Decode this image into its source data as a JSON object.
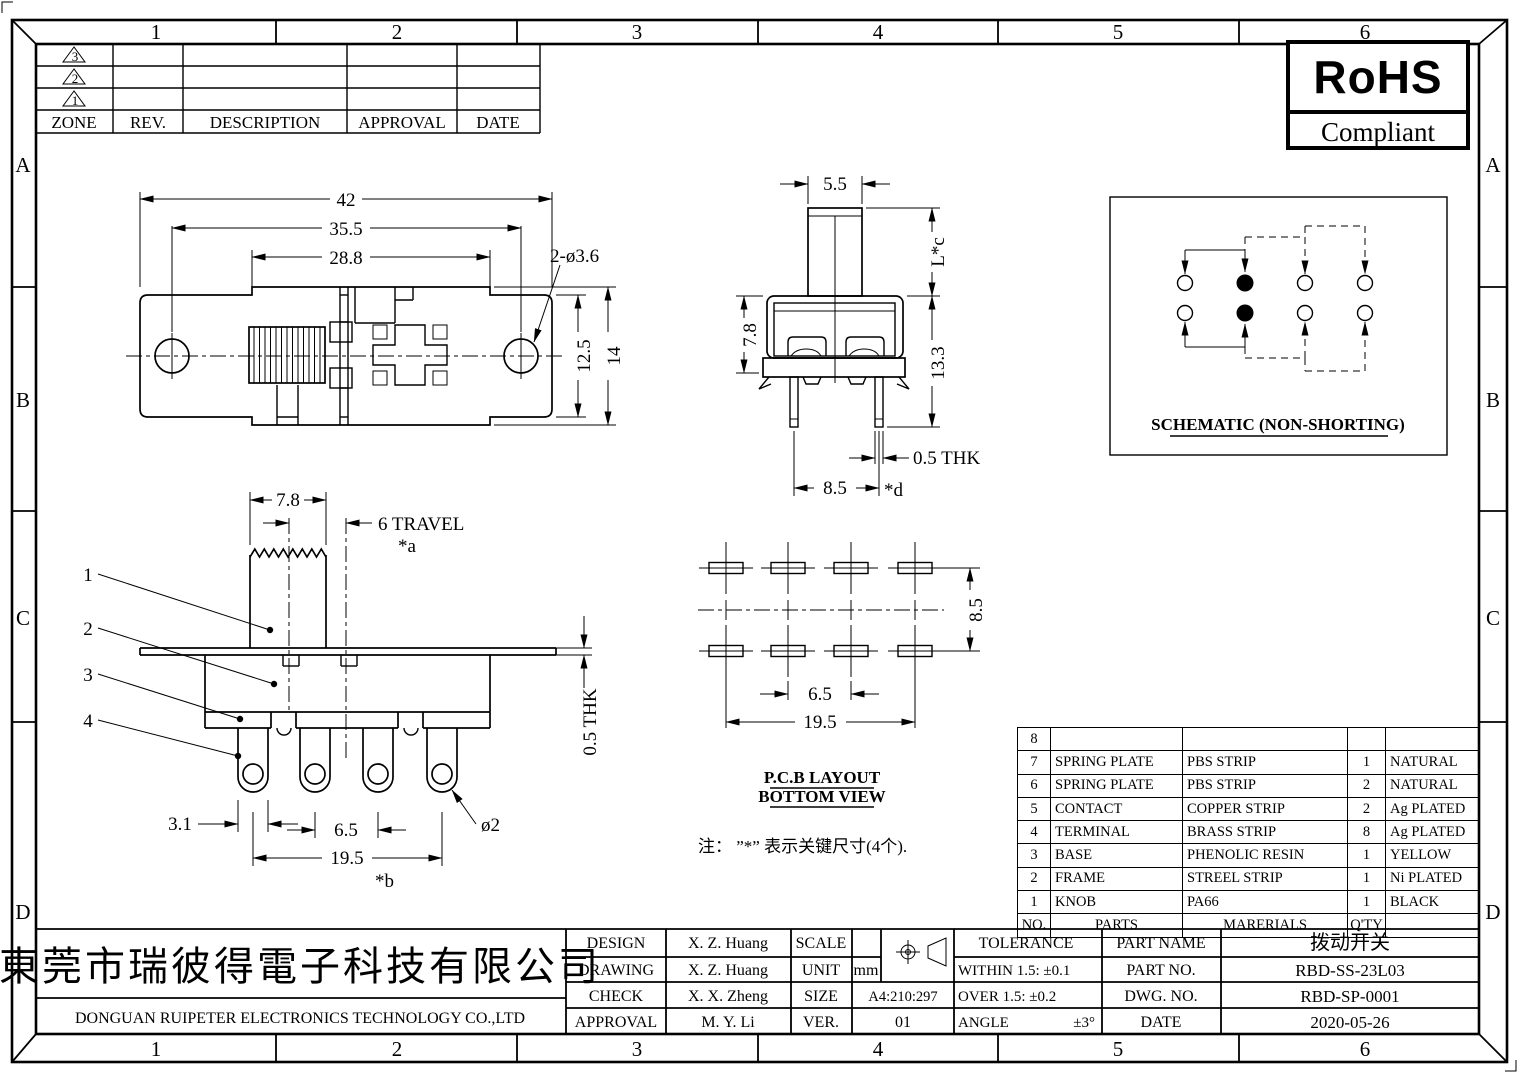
{
  "border": {
    "cols": [
      "1",
      "2",
      "3",
      "4",
      "5",
      "6"
    ],
    "rows": [
      "A",
      "B",
      "C",
      "D"
    ]
  },
  "revision_table": {
    "headers": [
      "ZONE",
      "REV.",
      "DESCRIPTION",
      "APPROVAL",
      "DATE"
    ],
    "marks": [
      "3",
      "2",
      "1"
    ]
  },
  "rohs": {
    "line1": "RoHS",
    "line2": "Compliant"
  },
  "top_view": {
    "dim_42": "42",
    "dim_355": "35.5",
    "dim_288": "28.8",
    "hole_label": "2-ø3.6",
    "dim_125": "12.5",
    "dim_14": "14"
  },
  "side_view": {
    "dim_55": "5.5",
    "dim_lc": "L*c",
    "dim_78": "7.8",
    "dim_133": "13.3",
    "dim_thk": "0.5 THK",
    "dim_85": "8.5",
    "dim_d": "*d"
  },
  "front_view": {
    "dim_78": "7.8",
    "dim_travel": "6 TRAVEL",
    "dim_a": "*a",
    "dim_thk": "0.5 THK",
    "dim_31": "3.1",
    "dim_65": "6.5",
    "dim_195": "19.5",
    "dim_b": "*b",
    "dim_o2": "ø2",
    "callouts": [
      "1",
      "2",
      "3",
      "4"
    ]
  },
  "pcb_view": {
    "dim_85": "8.5",
    "dim_65": "6.5",
    "dim_195": "19.5",
    "title1": "P.C.B LAYOUT",
    "title2": "BOTTOM VIEW"
  },
  "note": "注： ”*”  表示关键尺寸(4个).",
  "schematic": {
    "title": "SCHEMATIC (NON-SHORTING)"
  },
  "parts_table": {
    "footer": {
      "no": "NO.",
      "parts": "PARTS",
      "materials": "MARERIALS",
      "qty": "Q'TY",
      "finish": ""
    },
    "rows": [
      {
        "no": "8",
        "part": "",
        "material": "",
        "qty": "",
        "finish": ""
      },
      {
        "no": "7",
        "part": "SPRING PLATE",
        "material": "PBS STRIP",
        "qty": "1",
        "finish": "NATURAL"
      },
      {
        "no": "6",
        "part": "SPRING PLATE",
        "material": "PBS STRIP",
        "qty": "2",
        "finish": "NATURAL"
      },
      {
        "no": "5",
        "part": "CONTACT",
        "material": "COPPER STRIP",
        "qty": "2",
        "finish": "Ag PLATED"
      },
      {
        "no": "4",
        "part": "TERMINAL",
        "material": "BRASS STRIP",
        "qty": "8",
        "finish": "Ag PLATED"
      },
      {
        "no": "3",
        "part": "BASE",
        "material": "PHENOLIC RESIN",
        "qty": "1",
        "finish": "YELLOW"
      },
      {
        "no": "2",
        "part": "FRAME",
        "material": "STREEL STRIP",
        "qty": "1",
        "finish": "Ni PLATED"
      },
      {
        "no": "1",
        "part": "KNOB",
        "material": "PA66",
        "qty": "1",
        "finish": "BLACK"
      }
    ]
  },
  "title_block": {
    "company_cn": "東莞市瑞彼得電子科技有限公司",
    "company_en": "DONGUAN RUIPETER ELECTRONICS TECHNOLOGY CO.,LTD",
    "design_label": "DESIGN",
    "design_value": "X. Z. Huang",
    "drawing_label": "DRAWING",
    "drawing_value": "X. Z. Huang",
    "check_label": "CHECK",
    "check_value": "X. X. Zheng",
    "approval_label": "APPROVAL",
    "approval_value": "M. Y. Li",
    "scale_label": "SCALE",
    "scale_value": "",
    "unit_label": "UNIT",
    "unit_value": "mm",
    "size_label": "SIZE",
    "size_value": "A4:210:297",
    "ver_label": "VER.",
    "ver_value": "01",
    "tolerance_label": "TOLERANCE",
    "within_value": "WITHIN 1.5: ±0.1",
    "over_value": "OVER  1.5: ±0.2",
    "angle_label": "ANGLE",
    "angle_value": "±3°",
    "part_name_label": "PART NAME",
    "part_name_value": "拨动开关",
    "part_no_label": "PART NO.",
    "part_no_value": "RBD-SS-23L03",
    "dwg_no_label": "DWG. NO.",
    "dwg_no_value": "RBD-SP-0001",
    "date_label": "DATE",
    "date_value": "2020-05-26"
  }
}
